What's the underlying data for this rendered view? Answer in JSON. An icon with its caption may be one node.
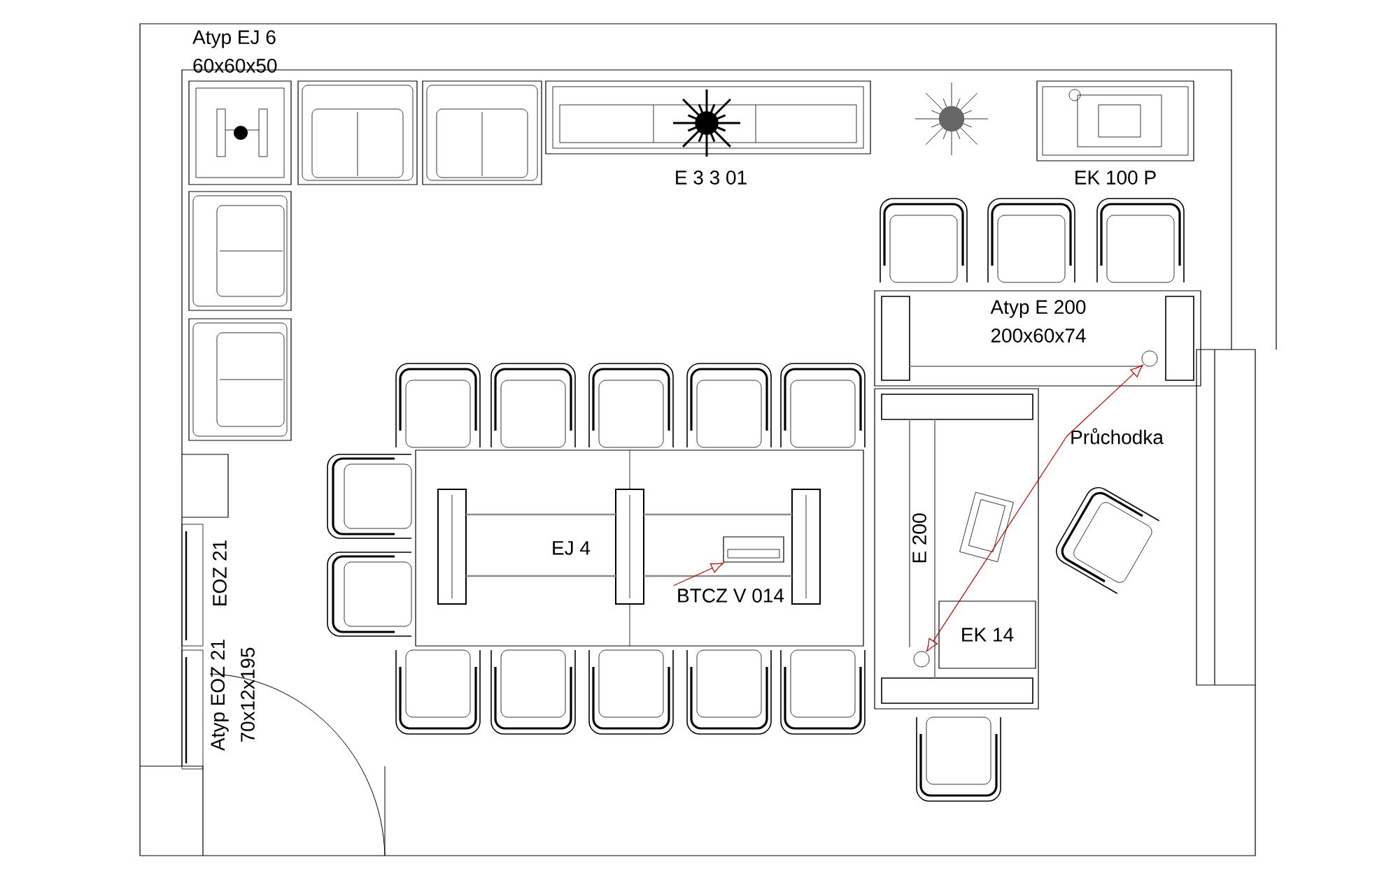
{
  "diagram": {
    "nodes": [
      {
        "text": [
          "EJ 4"
        ]
      },
      {
        "text": [
          "BTCZ V 014"
        ],
        "in": 0
      },
      {
        "text": [],
        "shape": "box",
        "in": 0
      },
      {
        "text": [
          "Atyp E 200",
          "200x60x74"
        ]
      },
      {
        "text": [
          "E 200"
        ]
      },
      {
        "text": [
          "EK 14"
        ],
        "in": 4
      },
      {
        "text": [
          "Průchodka"
        ]
      },
      {
        "text": [],
        "shape": "circle",
        "in": 3
      },
      {
        "text": [],
        "shape": "circle",
        "in": 4
      },
      {
        "text": [
          "EK 100 P"
        ]
      },
      {
        "text": [
          "Atyp EJ 6",
          "60x60x50"
        ]
      },
      {
        "text": [
          "E 3 3 01"
        ]
      },
      {
        "text": [],
        "shape": "armchair"
      },
      {
        "text": [],
        "shape": "armchair"
      },
      {
        "text": [],
        "shape": "armchair"
      },
      {
        "text": [],
        "shape": "armchair"
      }
    ],
    "edges": [
      {
        "from": 1,
        "to": 2,
        "arrow": "to"
      },
      {
        "from": 6,
        "to": 7,
        "arrow": "to"
      },
      {
        "from": 6,
        "to": 8,
        "arrow": "to"
      }
    ],
    "labels": [
      "EOZ 21",
      "Atyp EOZ 21",
      "70x12x195"
    ]
  }
}
